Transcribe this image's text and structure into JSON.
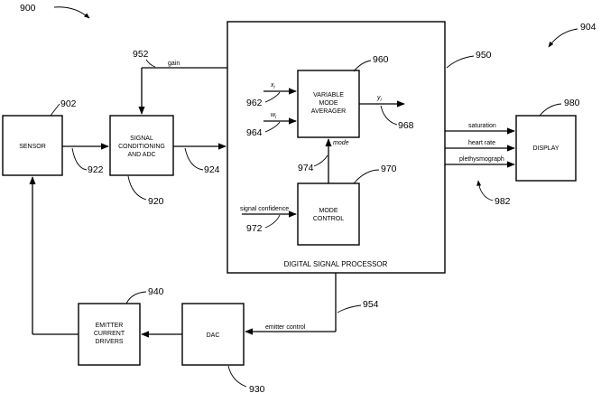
{
  "figure_ref": "900",
  "system_ref": "904",
  "blocks": {
    "sensor": {
      "label": "SENSOR",
      "ref": "902"
    },
    "signal_conditioning": {
      "line1": "SIGNAL",
      "line2": "CONDITIONING",
      "line3": "AND ADC",
      "ref": "920"
    },
    "dsp": {
      "label": "DIGITAL SIGNAL PROCESSOR",
      "ref": "950"
    },
    "averager": {
      "line1": "VARIABLE",
      "line2": "MODE",
      "line3": "AVERAGER",
      "ref": "960"
    },
    "mode_control": {
      "line1": "MODE",
      "line2": "CONTROL",
      "ref": "970"
    },
    "display": {
      "label": "DISPLAY",
      "ref": "980"
    },
    "dac": {
      "label": "DAC",
      "ref": "930"
    },
    "emitter": {
      "line1": "EMITTER",
      "line2": "CURRENT",
      "line3": "DRIVERS",
      "ref": "940"
    }
  },
  "signals": {
    "gain": "gain",
    "mode": "mode",
    "signal_confidence": "signal confidence",
    "emitter_control": "emitter control",
    "saturation": "saturation",
    "heart_rate": "heart rate",
    "plethysmograph": "plethysmograph",
    "xi": "x",
    "xi_sub": "i",
    "wi": "w",
    "wi_sub": "i",
    "yi": "y",
    "yi_sub": "i"
  },
  "refs": {
    "r922": "922",
    "r924": "924",
    "r952": "952",
    "r954": "954",
    "r962": "962",
    "r964": "964",
    "r968": "968",
    "r972": "972",
    "r974": "974",
    "r982": "982"
  }
}
